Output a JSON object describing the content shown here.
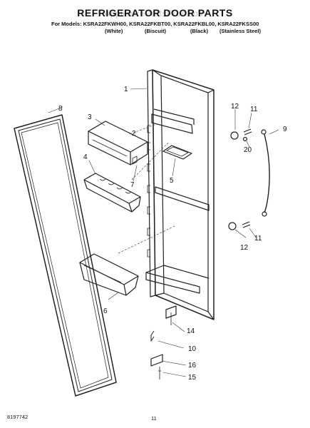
{
  "header": {
    "title": "REFRIGERATOR DOOR PARTS",
    "watermark": "AppliancePartsPros.com",
    "models_line": "For Models: KSRA22FKWH00, KSRA22FKBT00, KSRA22FKBL00, KSRA22FKSS00",
    "colors": [
      "(White)",
      "(Biscuit)",
      "(Black)",
      "(Stainless Steel)"
    ]
  },
  "callouts": [
    "1",
    "2",
    "3",
    "4",
    "5",
    "6",
    "7",
    "8",
    "9",
    "10",
    "11",
    "11",
    "12",
    "12",
    "14",
    "15",
    "16",
    "20"
  ],
  "footer": {
    "part_number": "8197742",
    "page_number": "11"
  }
}
